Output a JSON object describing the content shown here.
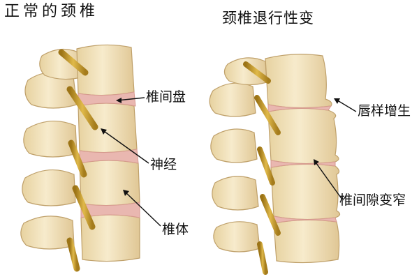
{
  "titles": {
    "normal": "正常的颈椎",
    "degenerated": "颈椎退行性变"
  },
  "labels": {
    "disc": "椎间盘",
    "nerve": "神经",
    "vertebral_body": "椎体",
    "lip_osteophyte": "唇样增生",
    "narrowed_space": "椎间隙变窄"
  },
  "colors": {
    "bone": "#f2e3bc",
    "bone_shadow": "#dcc28a",
    "bone_outline": "#bfa06a",
    "disc": "#e9b7b0",
    "nerve": "#c9a02e",
    "line": "#111111"
  }
}
